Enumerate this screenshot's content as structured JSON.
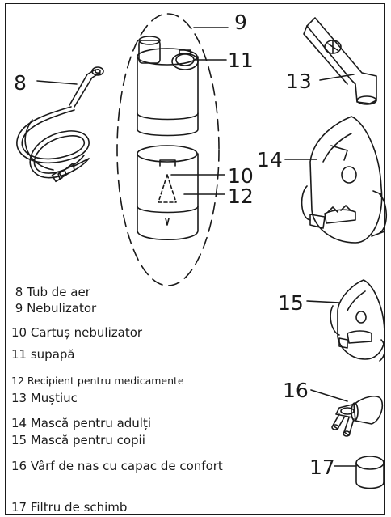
{
  "callouts": {
    "n8": "8",
    "n9": "9",
    "n10": "10",
    "n11": "11",
    "n12": "12",
    "n13": "13",
    "n14": "14",
    "n15": "15",
    "n16": "16",
    "n17": "17"
  },
  "legend": [
    {
      "text": " 8 Tub de aer"
    },
    {
      "text": " 9 Nebulizator"
    },
    {
      "text": "10 Cartuș nebulizator"
    },
    {
      "text": "11 supapă"
    },
    {
      "text": "12 Recipient pentru medicamente"
    },
    {
      "text": "13 Muștiuc"
    },
    {
      "text": "14 Mască pentru adulți"
    },
    {
      "text": "15 Mască pentru copii"
    },
    {
      "text": "16 Vârf de nas cu capac de confort"
    },
    {
      "text": "17 Filtru de schimb"
    }
  ]
}
